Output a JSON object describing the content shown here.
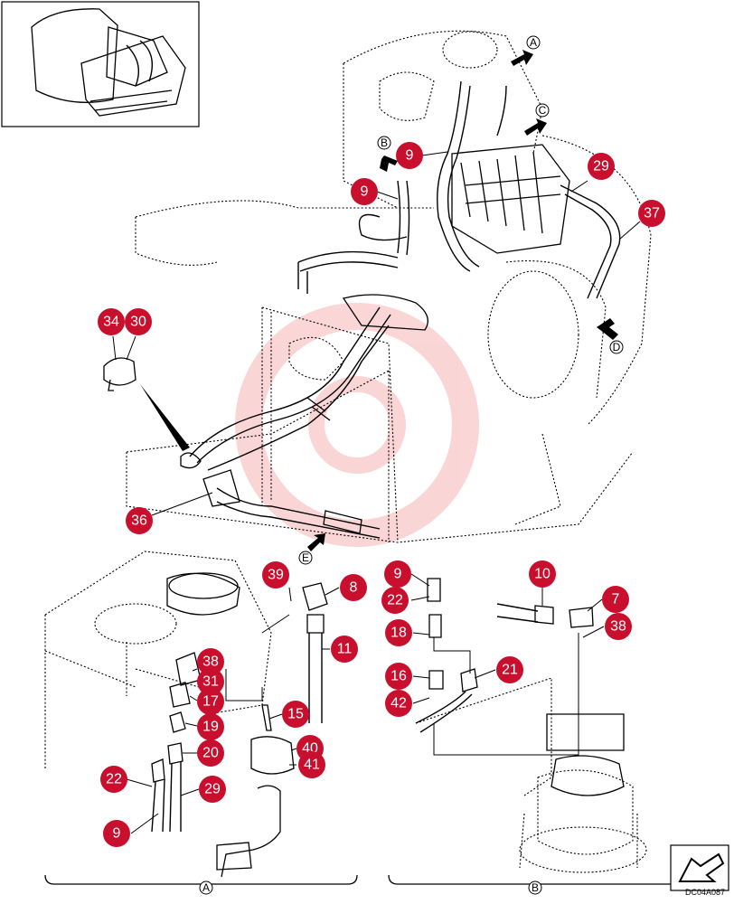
{
  "diagram_code": "DC04A087",
  "colors": {
    "callout": "#c8102e",
    "watermark": "#f08a8a"
  },
  "view_letters": {
    "a": "A",
    "b": "B",
    "c": "C",
    "d": "D",
    "e": "E",
    "section_a": "A",
    "section_b": "B"
  },
  "callouts": {
    "c9_top": "9",
    "c9_mid": "9",
    "c29_top": "29",
    "c37": "37",
    "c34": "34",
    "c30": "30",
    "c36": "36",
    "c39": "39",
    "c8": "8",
    "c11": "11",
    "c38_a": "38",
    "c31": "31",
    "c17": "17",
    "c19": "19",
    "c20": "20",
    "c15": "15",
    "c40": "40",
    "c41": "41",
    "c22_a": "22",
    "c29_a": "29",
    "c9_a": "9",
    "c9_b": "9",
    "c22_b": "22",
    "c18": "18",
    "c16": "16",
    "c42": "42",
    "c21": "21",
    "c10": "10",
    "c7": "7",
    "c38_b": "38"
  }
}
